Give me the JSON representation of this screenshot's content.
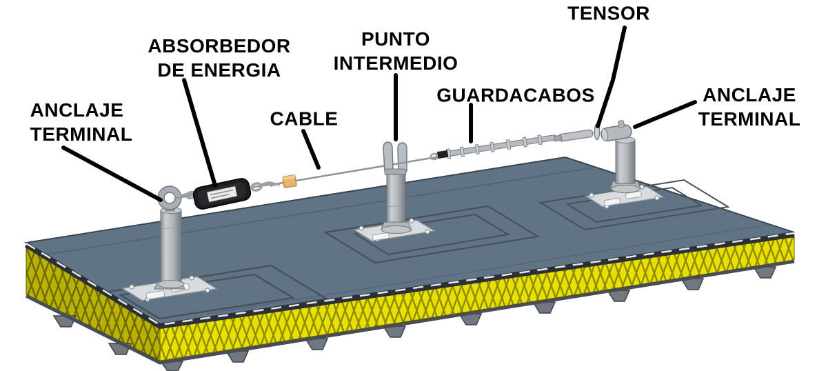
{
  "figure": {
    "type": "technical-diagram",
    "subject": "horizontal lifeline anchoring system on insulated roof panel",
    "language": "es",
    "labels": {
      "anclaje_terminal_left": "ANCLAJE\nTERMINAL",
      "absorbedor": "ABSORBEDOR\nDE ENERGIA",
      "cable": "CABLE",
      "punto_intermedio": "PUNTO\nINTERMEDIO",
      "guardacabos": "GUARDACABOS",
      "tensor": "TENSOR",
      "anclaje_terminal_right": "ANCLAJE\nTERMINAL"
    },
    "colors": {
      "background": "#ffffff",
      "label_text": "#000000",
      "leader_line": "#000000",
      "roof_top": "#617486",
      "roof_edge_dark": "#2b3036",
      "insulation_yellow": "#e8e000",
      "insulation_shaded": "#b9b200",
      "insulation_zigzag": "#8f8a00",
      "metal_light": "#ccd0d3",
      "metal_mid": "#b4b9bd",
      "metal_dark": "#757c82",
      "absorber_black": "#1a1b1d",
      "absorber_label": "#e9eaea",
      "connector_orange": "#e9b46c"
    }
  }
}
